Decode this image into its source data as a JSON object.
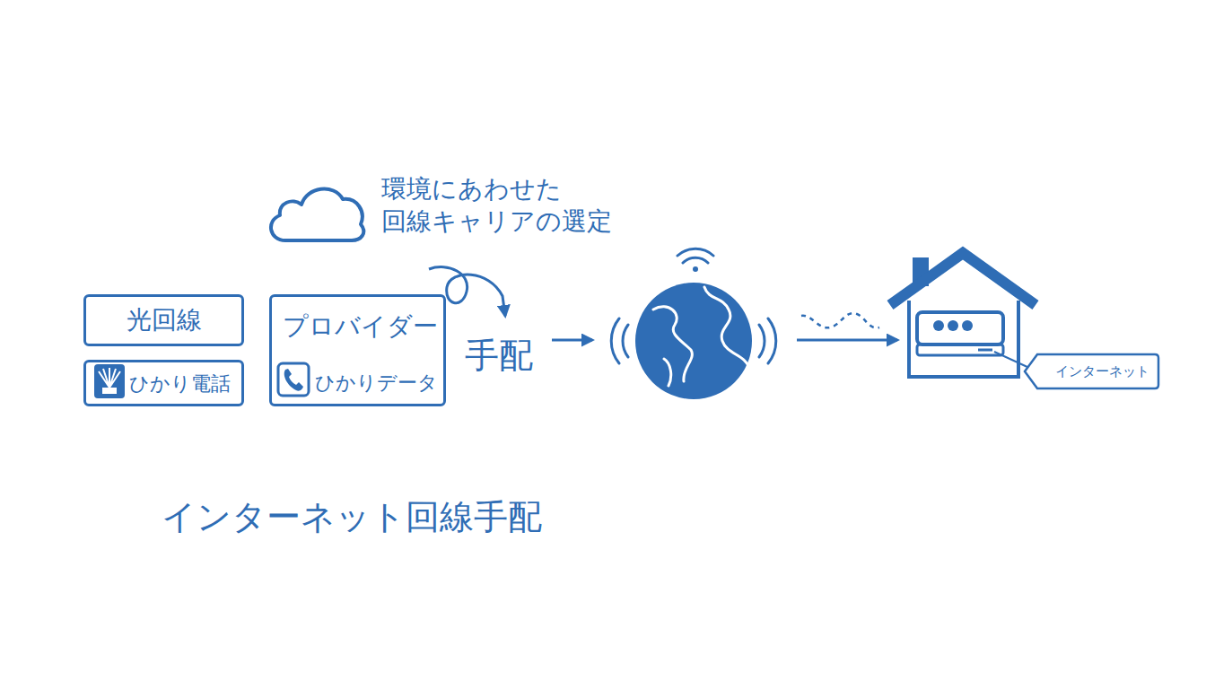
{
  "diagram": {
    "title": "インターネット回線手配",
    "nodes": [
      {
        "text": [
          "光回線"
        ]
      },
      {
        "text": [
          "ひかり電話"
        ]
      },
      {
        "text": [
          "プロバイダー",
          "ひかりデータ"
        ]
      },
      {
        "text": [
          "インターネット"
        ]
      }
    ],
    "labels": [
      "環境にあわせた 回線キャリアの選定",
      "手配"
    ]
  }
}
